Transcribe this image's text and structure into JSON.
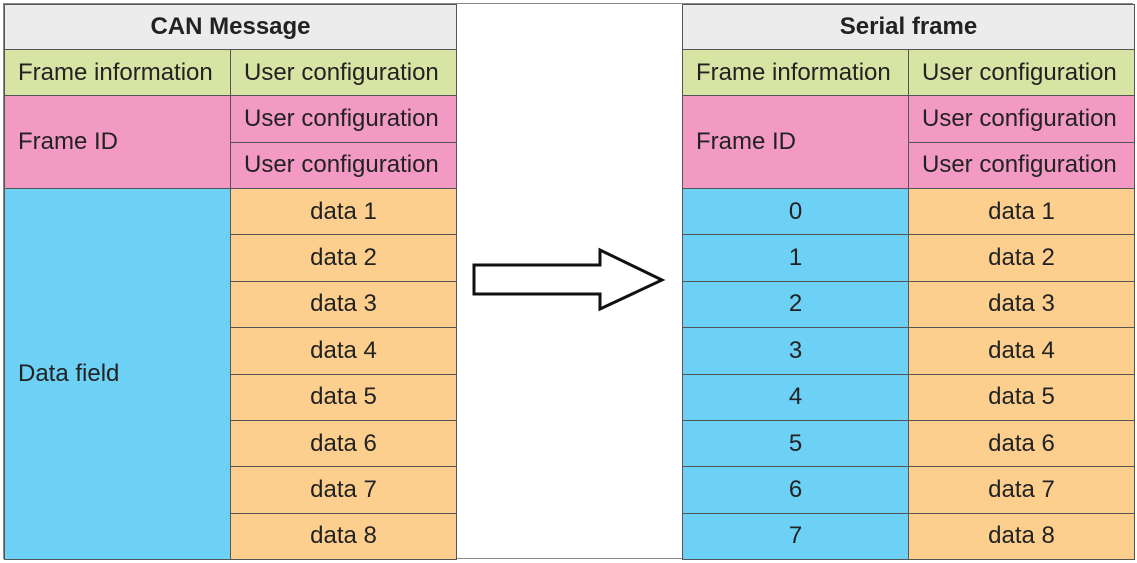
{
  "left": {
    "title": "CAN Message",
    "frame_info": "Frame information",
    "frame_id": "Frame ID",
    "data_field": "Data field",
    "user_config": [
      "User configuration",
      "User configuration",
      "User configuration"
    ],
    "data": [
      "data 1",
      "data 2",
      "data 3",
      "data 4",
      "data 5",
      "data 6",
      "data 7",
      "data 8"
    ]
  },
  "right": {
    "title": "Serial frame",
    "frame_info": "Frame information",
    "frame_id": "Frame ID",
    "user_config": [
      "User configuration",
      "User configuration",
      "User configuration"
    ],
    "indices": [
      "0",
      "1",
      "2",
      "3",
      "4",
      "5",
      "6",
      "7"
    ],
    "data": [
      "data 1",
      "data 2",
      "data 3",
      "data 4",
      "data 5",
      "data 6",
      "data 7",
      "data 8"
    ]
  },
  "colors": {
    "header": "#ececec",
    "frame_info": "#d7e4a3",
    "frame_id": "#f29ac4",
    "data_field": "#6dd0f5",
    "data": "#fdcf8e"
  }
}
